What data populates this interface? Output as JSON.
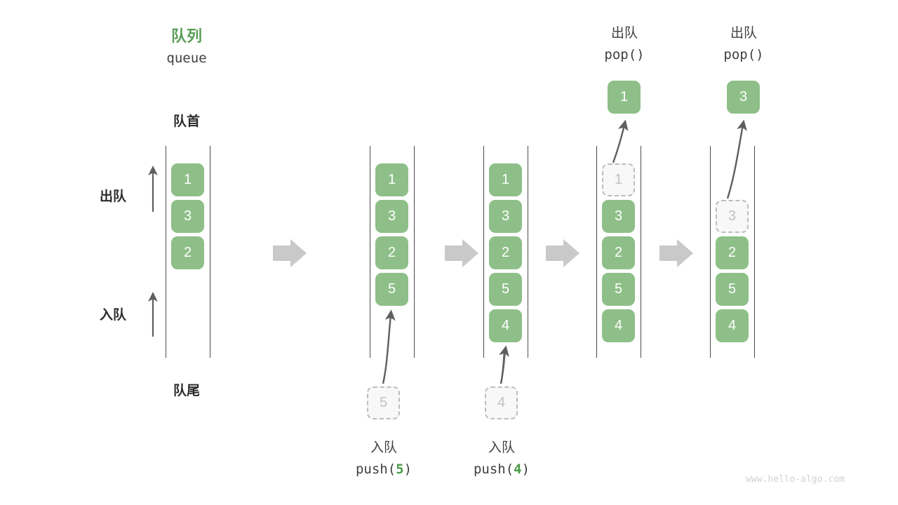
{
  "diagram": {
    "title_cn": "队列",
    "title_en": "queue",
    "front_label": "队首",
    "rear_label": "队尾",
    "dequeue_label": "出队",
    "enqueue_label": "入队",
    "watermark": "www.hello-algo.com",
    "colors": {
      "element": "#8ebf88",
      "accent": "#5a9e58",
      "ghost_fill": "#f8f8f8",
      "ghost_border": "#bdbdbd",
      "rail": "#4a4a4a",
      "flow_arrow": "#c9c9c9",
      "text": "#3f3f3f"
    }
  },
  "steps": [
    {
      "id": "initial",
      "cells": [
        {
          "value": "1",
          "state": "filled"
        },
        {
          "value": "3",
          "state": "filled"
        },
        {
          "value": "2",
          "state": "filled"
        }
      ],
      "op_cn": "",
      "op_code": "",
      "op_code_arg": "",
      "header_cn": "",
      "header_code": "",
      "staged_value": "",
      "popped_value": ""
    },
    {
      "id": "push-5",
      "cells": [
        {
          "value": "1",
          "state": "filled"
        },
        {
          "value": "3",
          "state": "filled"
        },
        {
          "value": "2",
          "state": "filled"
        },
        {
          "value": "5",
          "state": "filled"
        }
      ],
      "op_cn": "入队",
      "op_code_prefix": "push(",
      "op_code_arg": "5",
      "op_code_suffix": ")",
      "staged_value": "5",
      "popped_value": ""
    },
    {
      "id": "push-4",
      "cells": [
        {
          "value": "1",
          "state": "filled"
        },
        {
          "value": "3",
          "state": "filled"
        },
        {
          "value": "2",
          "state": "filled"
        },
        {
          "value": "5",
          "state": "filled"
        },
        {
          "value": "4",
          "state": "filled"
        }
      ],
      "op_cn": "入队",
      "op_code_prefix": "push(",
      "op_code_arg": "4",
      "op_code_suffix": ")",
      "staged_value": "4",
      "popped_value": ""
    },
    {
      "id": "pop-1",
      "cells": [
        {
          "value": "1",
          "state": "ghost"
        },
        {
          "value": "3",
          "state": "filled"
        },
        {
          "value": "2",
          "state": "filled"
        },
        {
          "value": "5",
          "state": "filled"
        },
        {
          "value": "4",
          "state": "filled"
        }
      ],
      "header_cn": "出队",
      "header_code": "pop()",
      "popped_value": "1",
      "staged_value": ""
    },
    {
      "id": "pop-3",
      "cells": [
        {
          "value": "",
          "state": "empty"
        },
        {
          "value": "3",
          "state": "ghost"
        },
        {
          "value": "2",
          "state": "filled"
        },
        {
          "value": "5",
          "state": "filled"
        },
        {
          "value": "4",
          "state": "filled"
        }
      ],
      "header_cn": "出队",
      "header_code": "pop()",
      "popped_value": "3",
      "staged_value": ""
    }
  ]
}
